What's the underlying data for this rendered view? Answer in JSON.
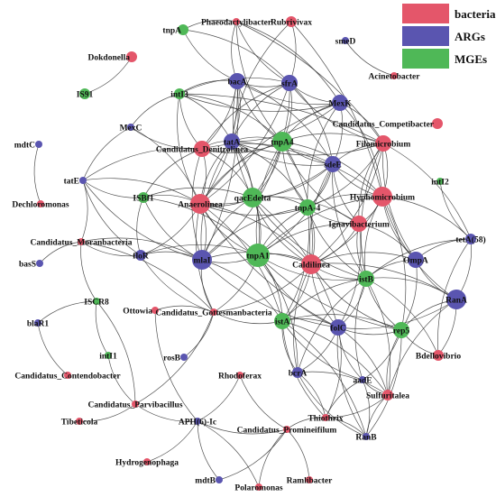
{
  "colors": {
    "bacteria": "#e4566a",
    "ARGs": "#5a55b0",
    "MGEs": "#4fb857",
    "edge": "#333333"
  },
  "legend": [
    {
      "label": "bacteria",
      "group": "bacteria"
    },
    {
      "label": "ARGs",
      "group": "ARGs"
    },
    {
      "label": "MGEs",
      "group": "MGEs"
    }
  ],
  "nodes": [
    {
      "id": "tnpA",
      "label": "tnpA",
      "group": "MGEs",
      "size": 2
    },
    {
      "id": "Phaeodactylibacter",
      "label": "Phaeodactylibacter",
      "group": "bacteria",
      "size": 1
    },
    {
      "id": "Rubrivivax",
      "label": "Rubrivivax",
      "group": "bacteria",
      "size": 2
    },
    {
      "id": "smeD",
      "label": "smeD",
      "group": "ARGs",
      "size": 1
    },
    {
      "id": "Acinetobacter",
      "label": "Acinetobacter",
      "group": "bacteria",
      "size": 1
    },
    {
      "id": "Dokdonella",
      "label": "Dokdonella",
      "group": "bacteria",
      "size": 2
    },
    {
      "id": "IS91",
      "label": "IS91",
      "group": "MGEs",
      "size": 2
    },
    {
      "id": "bacA",
      "label": "bacA",
      "group": "ARGs",
      "size": 3
    },
    {
      "id": "sfrA",
      "label": "sfrA",
      "group": "ARGs",
      "size": 3
    },
    {
      "id": "intI3",
      "label": "intI3",
      "group": "MGEs",
      "size": 2
    },
    {
      "id": "MexK",
      "label": "MexK",
      "group": "ARGs",
      "size": 3
    },
    {
      "id": "Candidatus_Competibacter",
      "label": "Candidatus_Competibacter",
      "group": "bacteria",
      "size": 2
    },
    {
      "id": "MexC",
      "label": "MexC",
      "group": "ARGs",
      "size": 1
    },
    {
      "id": "mdtC",
      "label": "mdtC",
      "group": "ARGs",
      "size": 1
    },
    {
      "id": "Candidatus_Denitrolinea",
      "label": "Candidatus_Denitrolinea",
      "group": "bacteria",
      "size": 3
    },
    {
      "id": "tatA",
      "label": "tatA",
      "group": "ARGs",
      "size": 3
    },
    {
      "id": "tnpA4",
      "label": "tnpA4",
      "group": "MGEs",
      "size": 4
    },
    {
      "id": "Filomicrobium",
      "label": "Filomicrobium",
      "group": "bacteria",
      "size": 3
    },
    {
      "id": "sdeE",
      "label": "sdeE",
      "group": "ARGs",
      "size": 3
    },
    {
      "id": "intI2",
      "label": "intI2",
      "group": "MGEs",
      "size": 1
    },
    {
      "id": "tatE",
      "label": "tatE",
      "group": "ARGs",
      "size": 1
    },
    {
      "id": "Dechloromonas",
      "label": "Dechloromonas",
      "group": "bacteria",
      "size": 1
    },
    {
      "id": "ISBf1",
      "label": "ISBf1",
      "group": "MGEs",
      "size": 2
    },
    {
      "id": "Anaerolinea",
      "label": "Anaerolinea",
      "group": "bacteria",
      "size": 4
    },
    {
      "id": "qacEdelta",
      "label": "qacEdelta",
      "group": "MGEs",
      "size": 4
    },
    {
      "id": "tnpA-4",
      "label": "tnpA-4",
      "group": "MGEs",
      "size": 3
    },
    {
      "id": "Hyphomicrobium",
      "label": "Hyphomicrobium",
      "group": "bacteria",
      "size": 4
    },
    {
      "id": "Ignavibacterium",
      "label": "Ignavibacterium",
      "group": "bacteria",
      "size": 3
    },
    {
      "id": "Candidatus_Moranbacteria",
      "label": "Candidatus_Moranbacteria",
      "group": "bacteria",
      "size": 1
    },
    {
      "id": "floR",
      "label": "floR",
      "group": "ARGs",
      "size": 2
    },
    {
      "id": "mlaI",
      "label": "mlaI",
      "group": "ARGs",
      "size": 4
    },
    {
      "id": "tnpA1",
      "label": "tnpA1",
      "group": "MGEs",
      "size": 5
    },
    {
      "id": "Caldilinea",
      "label": "Caldilinea",
      "group": "bacteria",
      "size": 4
    },
    {
      "id": "OmpA",
      "label": "OmpA",
      "group": "ARGs",
      "size": 3
    },
    {
      "id": "tetA(58)",
      "label": "tetA(58)",
      "group": "ARGs",
      "size": 2
    },
    {
      "id": "basS",
      "label": "basS",
      "group": "ARGs",
      "size": 1
    },
    {
      "id": "istB",
      "label": "istB",
      "group": "MGEs",
      "size": 3
    },
    {
      "id": "RanA",
      "label": "RanA",
      "group": "ARGs",
      "size": 4
    },
    {
      "id": "ISCR8",
      "label": "ISCR8",
      "group": "MGEs",
      "size": 1
    },
    {
      "id": "Ottowia",
      "label": "Ottowia",
      "group": "bacteria",
      "size": 1
    },
    {
      "id": "Candidatus_Gottesmanbacteria",
      "label": "Candidatus_Gottesmanbacteria",
      "group": "bacteria",
      "size": 1
    },
    {
      "id": "blaR1",
      "label": "blaR1",
      "group": "ARGs",
      "size": 1
    },
    {
      "id": "istA",
      "label": "istA",
      "group": "MGEs",
      "size": 3
    },
    {
      "id": "folC",
      "label": "folC",
      "group": "ARGs",
      "size": 3
    },
    {
      "id": "rep5",
      "label": "rep5",
      "group": "MGEs",
      "size": 3
    },
    {
      "id": "intI1",
      "label": "intI1",
      "group": "MGEs",
      "size": 1
    },
    {
      "id": "rosB",
      "label": "rosB",
      "group": "ARGs",
      "size": 1
    },
    {
      "id": "Bdellovibrio",
      "label": "Bdellovibrio",
      "group": "bacteria",
      "size": 2
    },
    {
      "id": "Candidatus_Contendobacter",
      "label": "Candidatus_Contendobacter",
      "group": "bacteria",
      "size": 1
    },
    {
      "id": "Rhodoferax",
      "label": "Rhodoferax",
      "group": "bacteria",
      "size": 1
    },
    {
      "id": "bcrA",
      "label": "bcrA",
      "group": "ARGs",
      "size": 2
    },
    {
      "id": "aadE",
      "label": "aadE",
      "group": "ARGs",
      "size": 1
    },
    {
      "id": "Sulfuritalea",
      "label": "Sulfuritalea",
      "group": "bacteria",
      "size": 2
    },
    {
      "id": "Candidatus_Parvibacillus",
      "label": "Candidatus_Parvibacillus",
      "group": "bacteria",
      "size": 1
    },
    {
      "id": "Tibeticola",
      "label": "Tibeticola",
      "group": "bacteria",
      "size": 1
    },
    {
      "id": "APH(6)-Ic",
      "label": "APH(6)-Ic",
      "group": "ARGs",
      "size": 1
    },
    {
      "id": "Thiothrix",
      "label": "Thiothrix",
      "group": "bacteria",
      "size": 1
    },
    {
      "id": "Candidatus_Promineifilum",
      "label": "Candidatus_Promineifilum",
      "group": "bacteria",
      "size": 1
    },
    {
      "id": "RanB",
      "label": "RanB",
      "group": "ARGs",
      "size": 1
    },
    {
      "id": "Hydrogenophaga",
      "label": "Hydrogenophaga",
      "group": "bacteria",
      "size": 1
    },
    {
      "id": "mdtB",
      "label": "mdtB",
      "group": "ARGs",
      "size": 1
    },
    {
      "id": "Polaromonas",
      "label": "Polaromonas",
      "group": "bacteria",
      "size": 1
    },
    {
      "id": "Ramlibacter",
      "label": "Ramlibacter",
      "group": "bacteria",
      "size": 1
    }
  ],
  "edges": [
    [
      "tnpA",
      "Phaeodactylibacter"
    ],
    [
      "tnpA",
      "bacA"
    ],
    [
      "tnpA",
      "sfrA"
    ],
    [
      "Phaeodactylibacter",
      "tnpA4"
    ],
    [
      "Phaeodactylibacter",
      "MexK"
    ],
    [
      "Phaeodactylibacter",
      "sfrA"
    ],
    [
      "Phaeodactylibacter",
      "Filomicrobium"
    ],
    [
      "Phaeodactylibacter",
      "bacA"
    ],
    [
      "Rubrivivax",
      "sfrA"
    ],
    [
      "Rubrivivax",
      "tatA"
    ],
    [
      "Rubrivivax",
      "Hyphomicrobium"
    ],
    [
      "smeD",
      "Acinetobacter"
    ],
    [
      "Dokdonella",
      "IS91"
    ],
    [
      "bacA",
      "sfrA"
    ],
    [
      "bacA",
      "tatA"
    ],
    [
      "bacA",
      "tnpA4"
    ],
    [
      "bacA",
      "Anaerolinea"
    ],
    [
      "bacA",
      "intI3"
    ],
    [
      "bacA",
      "Candidatus_Denitrolinea"
    ],
    [
      "bacA",
      "qacEdelta"
    ],
    [
      "bacA",
      "sdeE"
    ],
    [
      "bacA",
      "MexK"
    ],
    [
      "bacA",
      "mlaI"
    ],
    [
      "sfrA",
      "MexK"
    ],
    [
      "sfrA",
      "tnpA4"
    ],
    [
      "sfrA",
      "tatA"
    ],
    [
      "sfrA",
      "sdeE"
    ],
    [
      "sfrA",
      "Candidatus_Denitrolinea"
    ],
    [
      "sfrA",
      "qacEdelta"
    ],
    [
      "sfrA",
      "intI3"
    ],
    [
      "sfrA",
      "Anaerolinea"
    ],
    [
      "sfrA",
      "Filomicrobium"
    ],
    [
      "intI3",
      "tatA"
    ],
    [
      "intI3",
      "Candidatus_Denitrolinea"
    ],
    [
      "intI3",
      "tnpA4"
    ],
    [
      "intI3",
      "Anaerolinea"
    ],
    [
      "intI3",
      "Filomicrobium"
    ],
    [
      "intI3",
      "MexK"
    ],
    [
      "MexK",
      "Filomicrobium"
    ],
    [
      "MexK",
      "tnpA4"
    ],
    [
      "MexK",
      "sdeE"
    ],
    [
      "MexK",
      "Anaerolinea"
    ],
    [
      "MexK",
      "Hyphomicrobium"
    ],
    [
      "MexK",
      "tnpA-4"
    ],
    [
      "MexK",
      "tatA"
    ],
    [
      "MexC",
      "Candidatus_Denitrolinea"
    ],
    [
      "MexC",
      "Anaerolinea"
    ],
    [
      "MexC",
      "tatE"
    ],
    [
      "MexC",
      "intI3"
    ],
    [
      "mdtC",
      "Dechloromonas"
    ],
    [
      "Candidatus_Denitrolinea",
      "tatA"
    ],
    [
      "Candidatus_Denitrolinea",
      "tnpA4"
    ],
    [
      "Candidatus_Denitrolinea",
      "Anaerolinea"
    ],
    [
      "Candidatus_Denitrolinea",
      "ISBf1"
    ],
    [
      "Candidatus_Denitrolinea",
      "qacEdelta"
    ],
    [
      "Candidatus_Denitrolinea",
      "tatE"
    ],
    [
      "Candidatus_Denitrolinea",
      "sdeE"
    ],
    [
      "Candidatus_Denitrolinea",
      "mlaI"
    ],
    [
      "tatA",
      "tnpA4"
    ],
    [
      "tatA",
      "Anaerolinea"
    ],
    [
      "tatA",
      "qacEdelta"
    ],
    [
      "tatA",
      "sdeE"
    ],
    [
      "tatA",
      "tnpA-4"
    ],
    [
      "tatA",
      "mlaI"
    ],
    [
      "tatA",
      "tnpA1"
    ],
    [
      "tatA",
      "Filomicrobium"
    ],
    [
      "tatA",
      "Hyphomicrobium"
    ],
    [
      "tnpA4",
      "sdeE"
    ],
    [
      "tnpA4",
      "Filomicrobium"
    ],
    [
      "tnpA4",
      "Anaerolinea"
    ],
    [
      "tnpA4",
      "qacEdelta"
    ],
    [
      "tnpA4",
      "tnpA-4"
    ],
    [
      "tnpA4",
      "Hyphomicrobium"
    ],
    [
      "tnpA4",
      "Ignavibacterium"
    ],
    [
      "tnpA4",
      "mlaI"
    ],
    [
      "tnpA4",
      "tnpA1"
    ],
    [
      "tnpA4",
      "Caldilinea"
    ],
    [
      "Filomicrobium",
      "sdeE"
    ],
    [
      "Filomicrobium",
      "Hyphomicrobium"
    ],
    [
      "Filomicrobium",
      "Ignavibacterium"
    ],
    [
      "Filomicrobium",
      "tetA(58)"
    ],
    [
      "Filomicrobium",
      "OmpA"
    ],
    [
      "Filomicrobium",
      "tnpA-4"
    ],
    [
      "Filomicrobium",
      "istB"
    ],
    [
      "Filomicrobium",
      "Caldilinea"
    ],
    [
      "sdeE",
      "Hyphomicrobium"
    ],
    [
      "sdeE",
      "tnpA-4"
    ],
    [
      "sdeE",
      "Ignavibacterium"
    ],
    [
      "sdeE",
      "qacEdelta"
    ],
    [
      "sdeE",
      "Caldilinea"
    ],
    [
      "sdeE",
      "tnpA1"
    ],
    [
      "sdeE",
      "istB"
    ],
    [
      "sdeE",
      "Anaerolinea"
    ],
    [
      "tatE",
      "ISBf1"
    ],
    [
      "tatE",
      "Anaerolinea"
    ],
    [
      "tatE",
      "floR"
    ],
    [
      "tatE",
      "Candidatus_Moranbacteria"
    ],
    [
      "tatE",
      "mlaI"
    ],
    [
      "ISBf1",
      "Anaerolinea"
    ],
    [
      "ISBf1",
      "floR"
    ],
    [
      "ISBf1",
      "qacEdelta"
    ],
    [
      "ISBf1",
      "mlaI"
    ],
    [
      "ISBf1",
      "tnpA1"
    ],
    [
      "Anaerolinea",
      "qacEdelta"
    ],
    [
      "Anaerolinea",
      "mlaI"
    ],
    [
      "Anaerolinea",
      "tnpA1"
    ],
    [
      "Anaerolinea",
      "floR"
    ],
    [
      "Anaerolinea",
      "tnpA-4"
    ],
    [
      "Anaerolinea",
      "Caldilinea"
    ],
    [
      "Anaerolinea",
      "Candidatus_Gottesmanbacteria"
    ],
    [
      "Anaerolinea",
      "istA"
    ],
    [
      "Anaerolinea",
      "folC"
    ],
    [
      "qacEdelta",
      "tnpA-4"
    ],
    [
      "qacEdelta",
      "mlaI"
    ],
    [
      "qacEdelta",
      "tnpA1"
    ],
    [
      "qacEdelta",
      "Caldilinea"
    ],
    [
      "qacEdelta",
      "Ignavibacterium"
    ],
    [
      "qacEdelta",
      "istB"
    ],
    [
      "qacEdelta",
      "folC"
    ],
    [
      "tnpA-4",
      "Ignavibacterium"
    ],
    [
      "tnpA-4",
      "Caldilinea"
    ],
    [
      "tnpA-4",
      "tnpA1"
    ],
    [
      "tnpA-4",
      "Hyphomicrobium"
    ],
    [
      "tnpA-4",
      "istB"
    ],
    [
      "tnpA-4",
      "istA"
    ],
    [
      "tnpA-4",
      "mlaI"
    ],
    [
      "Hyphomicrobium",
      "Ignavibacterium"
    ],
    [
      "Hyphomicrobium",
      "OmpA"
    ],
    [
      "Hyphomicrobium",
      "tetA(58)"
    ],
    [
      "Hyphomicrobium",
      "istB"
    ],
    [
      "Hyphomicrobium",
      "Caldilinea"
    ],
    [
      "Hyphomicrobium",
      "RanA"
    ],
    [
      "Hyphomicrobium",
      "rep5"
    ],
    [
      "Hyphomicrobium",
      "tnpA1"
    ],
    [
      "Ignavibacterium",
      "Caldilinea"
    ],
    [
      "Ignavibacterium",
      "istB"
    ],
    [
      "Ignavibacterium",
      "OmpA"
    ],
    [
      "Ignavibacterium",
      "tnpA1"
    ],
    [
      "Ignavibacterium",
      "folC"
    ],
    [
      "Candidatus_Moranbacteria",
      "floR"
    ],
    [
      "Candidatus_Moranbacteria",
      "mlaI"
    ],
    [
      "Candidatus_Moranbacteria",
      "basS"
    ],
    [
      "Candidatus_Moranbacteria",
      "Candidatus_Gottesmanbacteria"
    ],
    [
      "Candidatus_Moranbacteria",
      "ISCR8"
    ],
    [
      "floR",
      "mlaI"
    ],
    [
      "floR",
      "Candidatus_Gottesmanbacteria"
    ],
    [
      "floR",
      "tnpA1"
    ],
    [
      "mlaI",
      "tnpA1"
    ],
    [
      "mlaI",
      "Caldilinea"
    ],
    [
      "mlaI",
      "Candidatus_Gottesmanbacteria"
    ],
    [
      "mlaI",
      "istA"
    ],
    [
      "mlaI",
      "folC"
    ],
    [
      "tnpA1",
      "Caldilinea"
    ],
    [
      "tnpA1",
      "istB"
    ],
    [
      "tnpA1",
      "istA"
    ],
    [
      "tnpA1",
      "folC"
    ],
    [
      "tnpA1",
      "Candidatus_Gottesmanbacteria"
    ],
    [
      "tnpA1",
      "rep5"
    ],
    [
      "tnpA1",
      "bcrA"
    ],
    [
      "Caldilinea",
      "istB"
    ],
    [
      "Caldilinea",
      "istA"
    ],
    [
      "Caldilinea",
      "folC"
    ],
    [
      "Caldilinea",
      "OmpA"
    ],
    [
      "Caldilinea",
      "rep5"
    ],
    [
      "Caldilinea",
      "RanA"
    ],
    [
      "Caldilinea",
      "bcrA"
    ],
    [
      "Caldilinea",
      "Candidatus_Gottesmanbacteria"
    ],
    [
      "OmpA",
      "istB"
    ],
    [
      "OmpA",
      "tetA(58)"
    ],
    [
      "OmpA",
      "RanA"
    ],
    [
      "OmpA",
      "rep5"
    ],
    [
      "tetA(58)",
      "istB"
    ],
    [
      "tetA(58)",
      "RanA"
    ],
    [
      "tetA(58)",
      "Bdellovibrio"
    ],
    [
      "tetA(58)",
      "intI2"
    ],
    [
      "istB",
      "istA"
    ],
    [
      "istB",
      "folC"
    ],
    [
      "istB",
      "rep5"
    ],
    [
      "istB",
      "RanA"
    ],
    [
      "istB",
      "bcrA"
    ],
    [
      "istB",
      "Sulfuritalea"
    ],
    [
      "istB",
      "aadE"
    ],
    [
      "istB",
      "Bdellovibrio"
    ],
    [
      "RanA",
      "rep5"
    ],
    [
      "RanA",
      "Bdellovibrio"
    ],
    [
      "RanA",
      "Sulfuritalea"
    ],
    [
      "RanA",
      "folC"
    ],
    [
      "ISCR8",
      "blaR1"
    ],
    [
      "ISCR8",
      "Candidatus_Parvibacillus"
    ],
    [
      "ISCR8",
      "intI1"
    ],
    [
      "Ottowia",
      "Candidatus_Gottesmanbacteria"
    ],
    [
      "Ottowia",
      "APH(6)-Ic"
    ],
    [
      "Candidatus_Gottesmanbacteria",
      "rosB"
    ],
    [
      "Candidatus_Gottesmanbacteria",
      "istA"
    ],
    [
      "Candidatus_Gottesmanbacteria",
      "Candidatus_Parvibacillus"
    ],
    [
      "blaR1",
      "Candidatus_Contendobacter"
    ],
    [
      "istA",
      "folC"
    ],
    [
      "istA",
      "bcrA"
    ],
    [
      "istA",
      "rep5"
    ],
    [
      "istA",
      "Thiothrix"
    ],
    [
      "istA",
      "Sulfuritalea"
    ],
    [
      "istA",
      "aadE"
    ],
    [
      "istA",
      "RanB"
    ],
    [
      "folC",
      "rep5"
    ],
    [
      "folC",
      "bcrA"
    ],
    [
      "folC",
      "aadE"
    ],
    [
      "folC",
      "Sulfuritalea"
    ],
    [
      "folC",
      "RanB"
    ],
    [
      "folC",
      "Thiothrix"
    ],
    [
      "rep5",
      "Sulfuritalea"
    ],
    [
      "rep5",
      "aadE"
    ],
    [
      "rep5",
      "Bdellovibrio"
    ],
    [
      "rep5",
      "RanB"
    ],
    [
      "intI1",
      "Candidatus_Parvibacillus"
    ],
    [
      "Rhodoferax",
      "APH(6)-Ic"
    ],
    [
      "Rhodoferax",
      "Candidatus_Promineifilum"
    ],
    [
      "bcrA",
      "Thiothrix"
    ],
    [
      "bcrA",
      "RanB"
    ],
    [
      "bcrA",
      "Sulfuritalea"
    ],
    [
      "aadE",
      "Sulfuritalea"
    ],
    [
      "aadE",
      "RanB"
    ],
    [
      "aadE",
      "Thiothrix"
    ],
    [
      "Sulfuritalea",
      "Thiothrix"
    ],
    [
      "Sulfuritalea",
      "RanB"
    ],
    [
      "Candidatus_Parvibacillus",
      "Tibeticola"
    ],
    [
      "Candidatus_Parvibacillus",
      "APH(6)-Ic"
    ],
    [
      "APH(6)-Ic",
      "Hydrogenophaga"
    ],
    [
      "APH(6)-Ic",
      "mdtB"
    ],
    [
      "APH(6)-Ic",
      "Polaromonas"
    ],
    [
      "APH(6)-Ic",
      "Candidatus_Promineifilum"
    ],
    [
      "Thiothrix",
      "RanB"
    ],
    [
      "Thiothrix",
      "Candidatus_Promineifilum"
    ],
    [
      "Candidatus_Promineifilum",
      "Ramlibacter"
    ],
    [
      "Candidatus_Promineifilum",
      "Polaromonas"
    ],
    [
      "Candidatus_Promineifilum",
      "mdtB"
    ]
  ]
}
